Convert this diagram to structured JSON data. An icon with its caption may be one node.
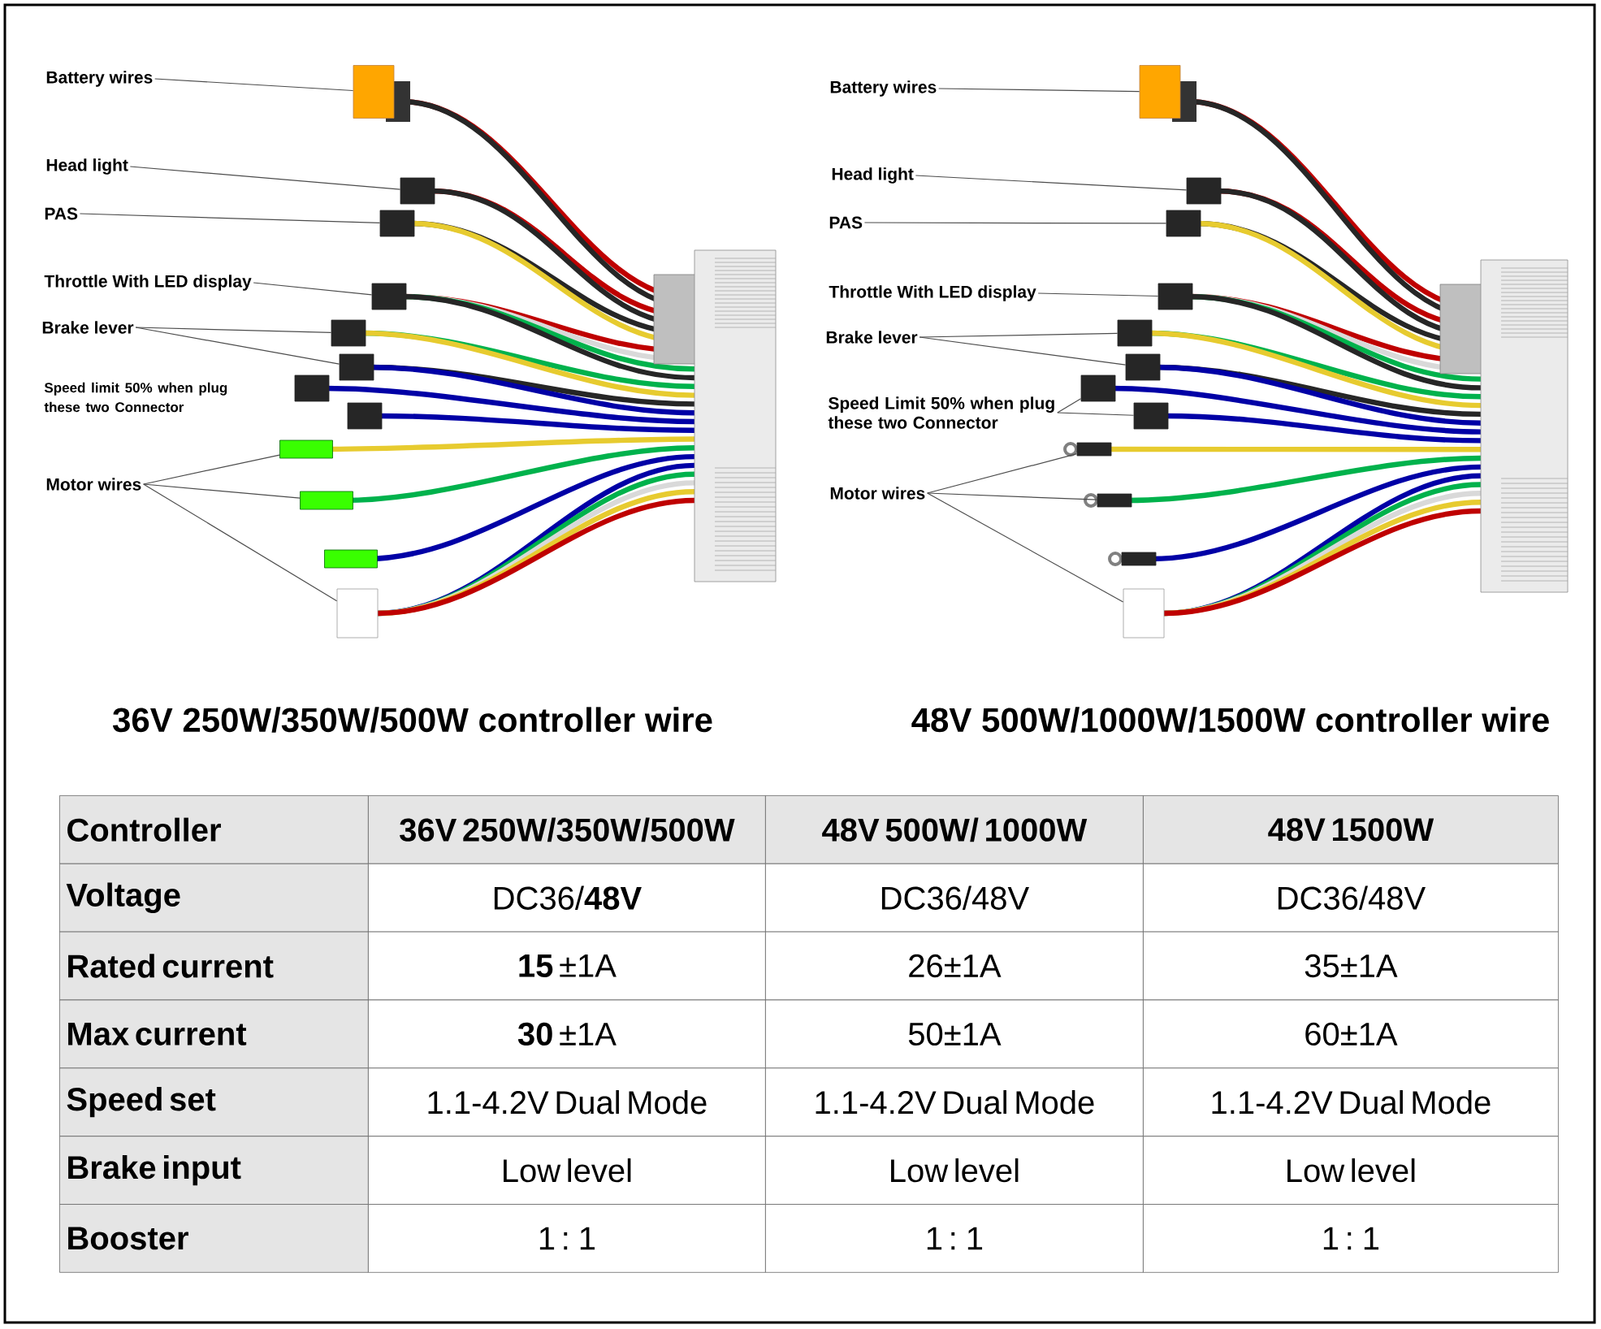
{
  "diagram": {
    "nodes": [
      {
        "text": [
          "Battery wires"
        ]
      },
      {
        "text": [
          "Head light"
        ]
      },
      {
        "text": [
          "PAS"
        ]
      },
      {
        "text": [
          "Throttle With LED display"
        ]
      },
      {
        "text": [
          "Brake lever"
        ]
      },
      {
        "text": [
          "Motor wires"
        ]
      },
      {
        "text": [
          "Battery wires"
        ]
      },
      {
        "text": [
          "Head light"
        ]
      },
      {
        "text": [
          "PAS"
        ]
      },
      {
        "text": [
          "Throttle With LED display"
        ]
      },
      {
        "text": [
          "Brake lever"
        ]
      },
      {
        "text": [
          "Speed Limit 50% when plug these two Connector"
        ]
      },
      {
        "text": [
          "Motor wires"
        ]
      },
      {
        "text": [],
        "shape": "box"
      },
      {
        "text": [],
        "shape": "box"
      },
      {
        "text": [],
        "shape": "box"
      },
      {
        "text": [],
        "shape": "box"
      },
      {
        "text": [],
        "shape": "box"
      },
      {
        "text": [],
        "shape": "box"
      },
      {
        "text": [],
        "shape": "box"
      },
      {
        "text": [],
        "shape": "box"
      },
      {
        "text": [],
        "shape": "box"
      },
      {
        "text": [],
        "shape": "box"
      },
      {
        "text": [],
        "shape": "box"
      },
      {
        "text": [],
        "shape": "box"
      },
      {
        "text": [],
        "shape": "box"
      },
      {
        "text": [],
        "shape": "box"
      },
      {
        "text": [],
        "shape": "box"
      },
      {
        "text": [],
        "shape": "box"
      },
      {
        "text": [],
        "shape": "box"
      },
      {
        "text": [],
        "shape": "box"
      },
      {
        "text": [],
        "shape": "box"
      },
      {
        "text": [],
        "shape": "box"
      }
    ],
    "edges": [
      {
        "from": 0,
        "to": 13,
        "arrow": "none"
      },
      {
        "from": 1,
        "to": 14,
        "arrow": "none"
      },
      {
        "from": 2,
        "to": 15,
        "arrow": "none"
      },
      {
        "from": 3,
        "to": 16,
        "arrow": "none"
      },
      {
        "from": 4,
        "to": 17,
        "arrow": "none"
      },
      {
        "from": 4,
        "to": 18,
        "arrow": "none"
      },
      {
        "from": 5,
        "to": 19,
        "arrow": "none"
      },
      {
        "from": 5,
        "to": 20,
        "arrow": "none"
      },
      {
        "from": 5,
        "to": 21,
        "arrow": "none"
      },
      {
        "from": 6,
        "to": 22,
        "arrow": "none"
      },
      {
        "from": 7,
        "to": 23,
        "arrow": "none"
      },
      {
        "from": 8,
        "to": 24,
        "arrow": "none"
      },
      {
        "from": 9,
        "to": 25,
        "arrow": "none"
      },
      {
        "from": 10,
        "to": 26,
        "arrow": "none"
      },
      {
        "from": 10,
        "to": 27,
        "arrow": "none"
      },
      {
        "from": 11,
        "to": 28,
        "arrow": "none"
      },
      {
        "from": 11,
        "to": 29,
        "arrow": "none"
      },
      {
        "from": 12,
        "to": 30,
        "arrow": "none"
      },
      {
        "from": 12,
        "to": 31,
        "arrow": "none"
      },
      {
        "from": 12,
        "to": 32,
        "arrow": "none"
      }
    ],
    "labels": [
      "Speed limit 50% when plug these two Connector",
      "36V 250W/350W/500W controller wire",
      "48V 500W/1000W/1500W controller wire",
      "Controller",
      "36V 250W/350W/500W",
      "48V 500W/ 1000W",
      "48V 1500W",
      "Voltage",
      "DC36/**48V**",
      "DC36/48V",
      "DC36/48V",
      "Rated current",
      "**15** ±1A",
      "26±1A",
      "35±1A",
      "Max current",
      "**30** ±1A",
      "50±1A",
      "60±1A",
      "Speed set",
      "1.1-4.2V Dual Mode",
      "1.1-4.2V Dual Mode",
      "1.1-4.2V Dual Mode",
      "Brake input",
      "Low level",
      "Low level",
      "Low level",
      "Booster",
      "1 : 1",
      "1 : 1",
      "1 : 1"
    ]
  }
}
